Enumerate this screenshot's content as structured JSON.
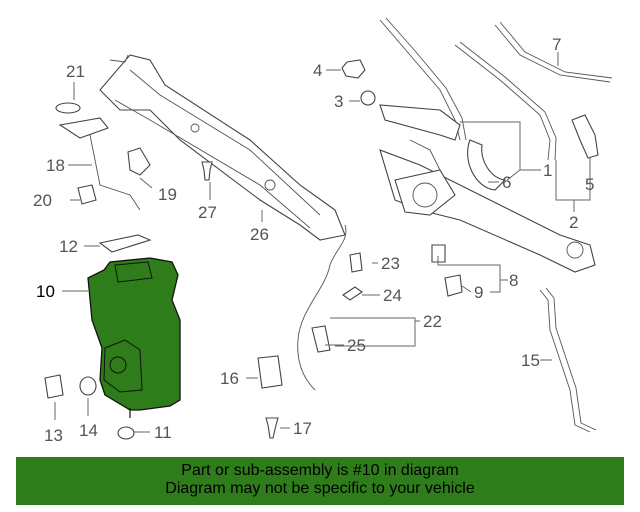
{
  "callouts": [
    {
      "id": "c1",
      "text": "1"
    },
    {
      "id": "c2",
      "text": "2"
    },
    {
      "id": "c3",
      "text": "3"
    },
    {
      "id": "c4",
      "text": "4"
    },
    {
      "id": "c5",
      "text": "5"
    },
    {
      "id": "c6",
      "text": "6"
    },
    {
      "id": "c7",
      "text": "7"
    },
    {
      "id": "c8",
      "text": "8"
    },
    {
      "id": "c9",
      "text": "9"
    },
    {
      "id": "c10",
      "text": "10"
    },
    {
      "id": "c11",
      "text": "11"
    },
    {
      "id": "c12",
      "text": "12"
    },
    {
      "id": "c13",
      "text": "13"
    },
    {
      "id": "c14",
      "text": "14"
    },
    {
      "id": "c15",
      "text": "15"
    },
    {
      "id": "c16",
      "text": "16"
    },
    {
      "id": "c17",
      "text": "17"
    },
    {
      "id": "c18",
      "text": "18"
    },
    {
      "id": "c19",
      "text": "19"
    },
    {
      "id": "c20",
      "text": "20"
    },
    {
      "id": "c21",
      "text": "21"
    },
    {
      "id": "c22",
      "text": "22"
    },
    {
      "id": "c23",
      "text": "23"
    },
    {
      "id": "c24",
      "text": "24"
    },
    {
      "id": "c25",
      "text": "25"
    },
    {
      "id": "c26",
      "text": "26"
    },
    {
      "id": "c27",
      "text": "27"
    }
  ],
  "highlight_color": "#2e7d1a",
  "banner": {
    "line1": "Part or sub-assembly is #10 in diagram",
    "line2": "Diagram may not be specific to your vehicle"
  }
}
